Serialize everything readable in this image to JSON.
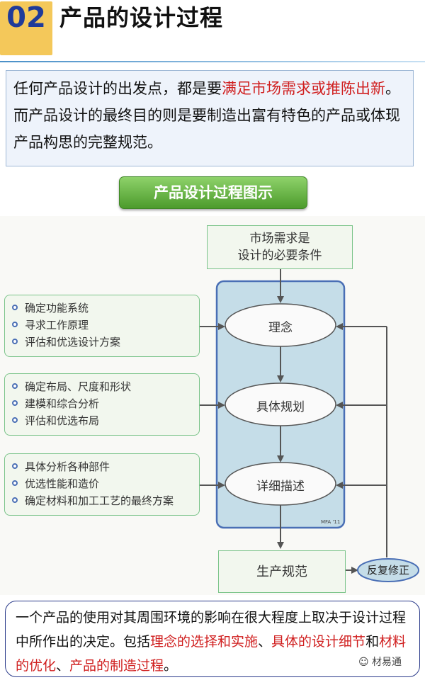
{
  "header": {
    "number": "02",
    "title": "产品的设计过程"
  },
  "intro": {
    "text_a": "任何产品设计的出发点，都是要",
    "text_red": "满足市场需求或推陈出新",
    "text_b": "。而产品设计的最终目的则是要制造出富有特色的产品或体现产品构思的完整规范。"
  },
  "diagram_button": "产品设计过程图示",
  "diagram": {
    "top_box": [
      "市场需求是",
      "设计的必要条件"
    ],
    "stages": [
      "理念",
      "具体规划",
      "详细描述"
    ],
    "lists": [
      [
        "确定功能系统",
        "寻求工作原理",
        "评估和优选设计方案"
      ],
      [
        "确定布局、尺度和形状",
        "建模和综合分析",
        "评估和优选布局"
      ],
      [
        "具体分析各种部件",
        "优选性能和造价",
        "确定材料和加工工艺的最终方案"
      ]
    ],
    "credit": "MFA '11",
    "bottom_box": "生产规范",
    "feedback": "反复修正",
    "colors": {
      "green_border": "#7bc48a",
      "blue_frame": "#4a6fb5",
      "panel": "#c5dde8"
    }
  },
  "footer": {
    "t1": "一个产品的使用对其周围环境的影响在很大程度上取决于设计过程中所作出的决定。包括",
    "r1": "理念的选择和实施",
    "t2": "、",
    "r2": "具体的设计细节",
    "t3": "和",
    "r3": "材料的优化",
    "t4": "、",
    "r4": "产品的制造过程",
    "t5": "。"
  },
  "watermark": "材易通"
}
